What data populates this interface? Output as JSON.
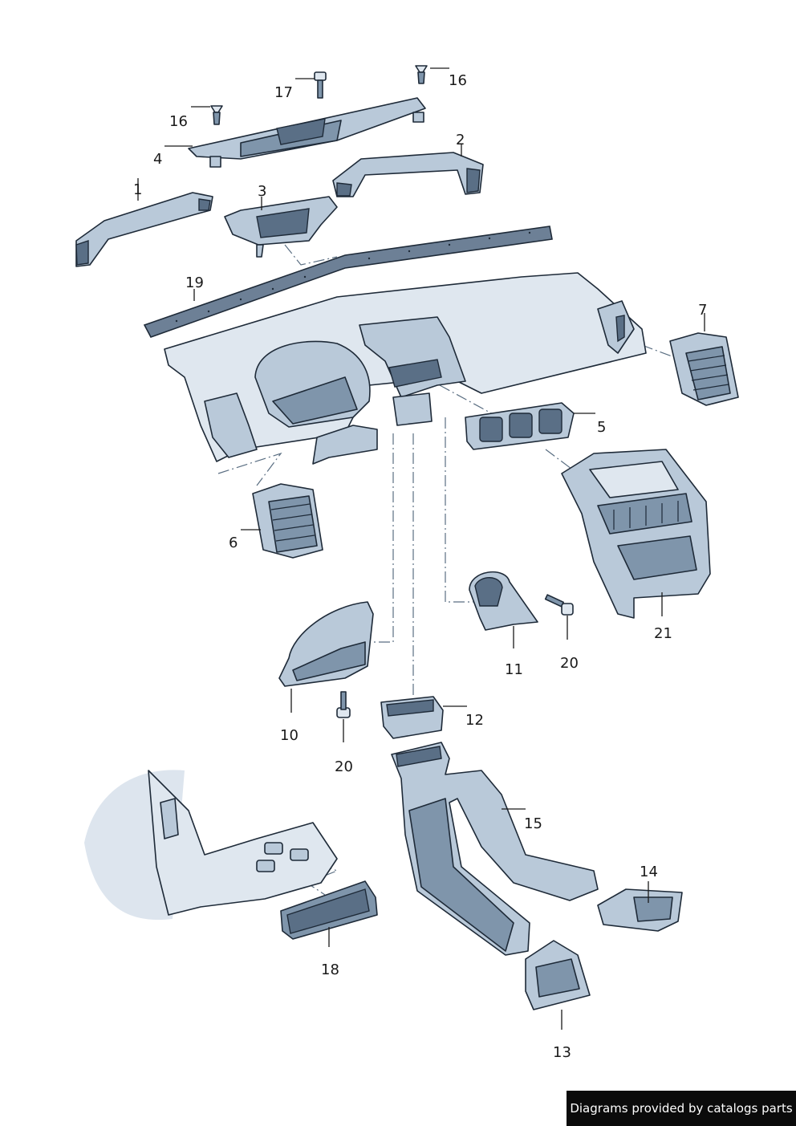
{
  "callouts": {
    "c1": "1",
    "c2": "2",
    "c3": "3",
    "c4": "4",
    "c5": "5",
    "c6": "6",
    "c7": "7",
    "c10": "10",
    "c11": "11",
    "c12": "12",
    "c13": "13",
    "c14": "14",
    "c15": "15",
    "c16a": "16",
    "c16b": "16",
    "c17": "17",
    "c18": "18",
    "c19": "19",
    "c20a": "20",
    "c20b": "20",
    "c21": "21"
  },
  "watermark": "Diagrams provided by catalogs parts",
  "colors": {
    "part_fill": "#b9c9d9",
    "part_dark": "#7f95ab",
    "outline": "#1e2a38",
    "watermark_bg": "#0b0b0b"
  }
}
